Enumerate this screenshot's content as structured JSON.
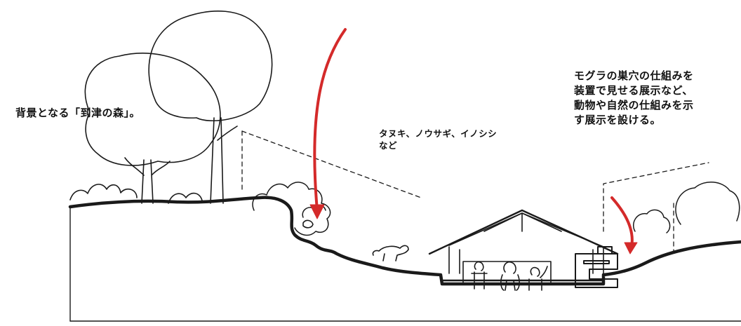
{
  "labels": {
    "forest": "背景となる「到津の森」。",
    "animals": "タヌキ、ノウサギ、イノシシ\nなど",
    "mole_exhibit": "モグラの巣穴の仕組みを\n装置で見せる展示など、\n動物や自然の仕組みを示\nす展示を設ける。"
  },
  "colors": {
    "ink": "#1a1a1a",
    "arrow": "#d42a2a",
    "background": "#ffffff"
  }
}
